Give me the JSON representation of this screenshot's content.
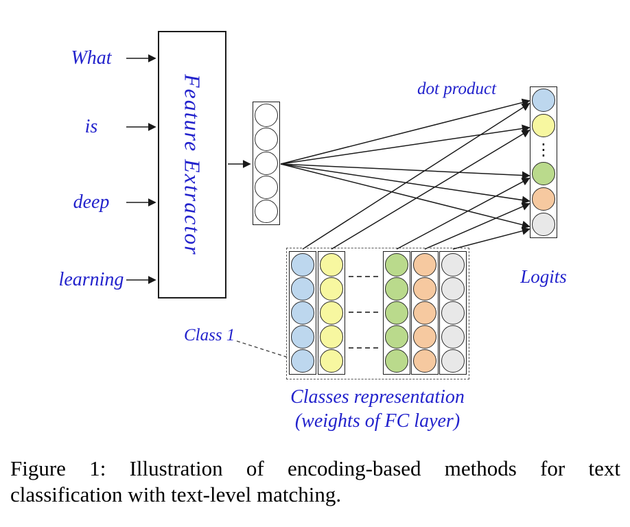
{
  "colors": {
    "label_text": "#2222cc",
    "stroke": "#1a1a1a",
    "circle_white": "#ffffff",
    "circle_blue": "#bdd7ee",
    "circle_yellow": "#f7f7a0",
    "circle_green": "#bada8c",
    "circle_orange": "#f6c9a0",
    "circle_gray": "#e8e8e8"
  },
  "inputs": [
    "What",
    "is",
    "deep",
    "learning"
  ],
  "feature_extractor_label": "Feature Extractor",
  "dot_product_label": "dot product",
  "logits_label": "Logits",
  "class1_label": "Class 1",
  "vertical_dots": "⋮",
  "classes_caption": {
    "line1": "Classes representation",
    "line2": "(weights of FC layer)"
  },
  "figure_caption": {
    "line1": "Figure 1: Illustration of encoding-based methods for text",
    "line2": "classification with text-level matching."
  }
}
